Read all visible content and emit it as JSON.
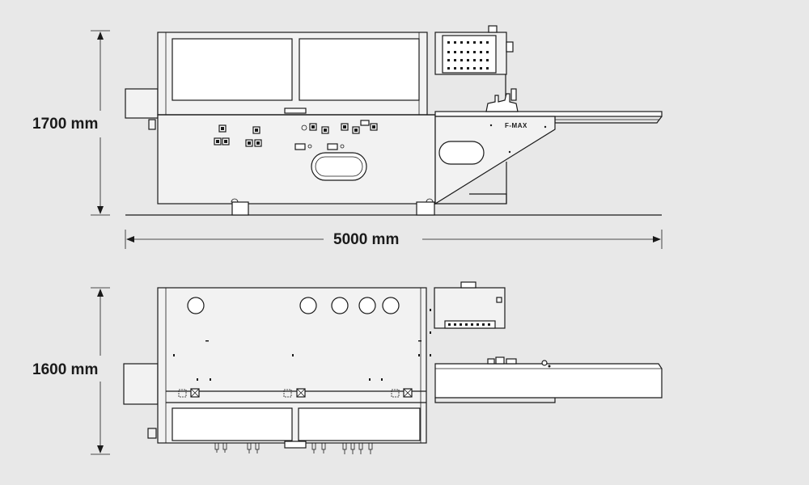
{
  "dimensions": {
    "height_front": "1700 mm",
    "length": "5000 mm",
    "width_top": "1600 mm"
  },
  "machine": {
    "brand_label": "F-MAX"
  },
  "colors": {
    "background": "#e8e8e8",
    "line": "#1a1a1a",
    "body": "#f2f2f2",
    "panel": "#ffffff"
  }
}
